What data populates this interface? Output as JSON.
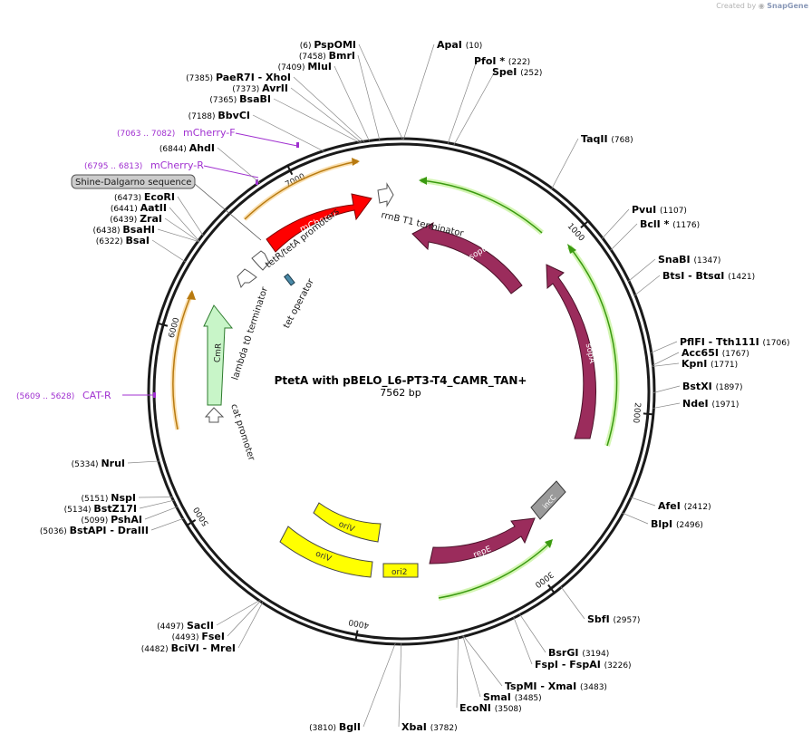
{
  "header": {
    "created_by": "Created by",
    "brand": "SnapGene"
  },
  "plasmid": {
    "name": "PtetA with pBELO_L6-PT3-T4_CAMR_TAN+",
    "length_label": "7562 bp",
    "length_bp": 7562
  },
  "ruler_ticks": [
    {
      "bp": 1000,
      "label": "1000"
    },
    {
      "bp": 2000,
      "label": "2000"
    },
    {
      "bp": 3000,
      "label": "3000"
    },
    {
      "bp": 4000,
      "label": "4000"
    },
    {
      "bp": 5000,
      "label": "5000"
    },
    {
      "bp": 6000,
      "label": "6000"
    },
    {
      "bp": 7000,
      "label": "7000"
    }
  ],
  "sites": [
    {
      "name": "PspOMI",
      "pos": "(6)",
      "side": "right"
    },
    {
      "name": "ApaI",
      "pos": "(10)",
      "side": "left"
    },
    {
      "name": "PfoI *",
      "pos": "(222)",
      "side": "left"
    },
    {
      "name": "SpeI",
      "pos": "(252)",
      "side": "left"
    },
    {
      "name": "TaqII",
      "pos": "(768)",
      "side": "left"
    },
    {
      "name": "PvuI",
      "pos": "(1107)",
      "side": "left"
    },
    {
      "name": "BclI *",
      "pos": "(1176)",
      "side": "left"
    },
    {
      "name": "SnaBI",
      "pos": "(1347)",
      "side": "left"
    },
    {
      "name": "BtsI - BtsαI",
      "pos": "(1421)",
      "side": "left"
    },
    {
      "name": "PflFI - Tth111I",
      "pos": "(1706)",
      "side": "left"
    },
    {
      "name": "Acc65I",
      "pos": "(1767)",
      "side": "left"
    },
    {
      "name": "KpnI",
      "pos": "(1771)",
      "side": "left"
    },
    {
      "name": "BstXI",
      "pos": "(1897)",
      "side": "left"
    },
    {
      "name": "NdeI",
      "pos": "(1971)",
      "side": "left"
    },
    {
      "name": "AfeI",
      "pos": "(2412)",
      "side": "left"
    },
    {
      "name": "BlpI",
      "pos": "(2496)",
      "side": "left"
    },
    {
      "name": "SbfI",
      "pos": "(2957)",
      "side": "left"
    },
    {
      "name": "BsrGI",
      "pos": "(3194)",
      "side": "left"
    },
    {
      "name": "FspI - FspAI",
      "pos": "(3226)",
      "side": "left"
    },
    {
      "name": "TspMI - XmaI",
      "pos": "(3483)",
      "side": "left"
    },
    {
      "name": "SmaI",
      "pos": "(3485)",
      "side": "left"
    },
    {
      "name": "EcoNI",
      "pos": "(3508)",
      "side": "left"
    },
    {
      "name": "XbaI",
      "pos": "(3782)",
      "side": "left"
    },
    {
      "name": "BglI",
      "pos": "(3810)",
      "side": "right"
    },
    {
      "name": "SacII",
      "pos": "(4497)",
      "side": "right"
    },
    {
      "name": "FseI",
      "pos": "(4493)",
      "side": "right"
    },
    {
      "name": "BciVI - MreI",
      "pos": "(4482)",
      "side": "right"
    },
    {
      "name": "BstAPI - DraIII",
      "pos": "(5036)",
      "side": "right"
    },
    {
      "name": "PshAI",
      "pos": "(5099)",
      "side": "right"
    },
    {
      "name": "BstZ17I",
      "pos": "(5134)",
      "side": "right"
    },
    {
      "name": "NspI",
      "pos": "(5151)",
      "side": "right"
    },
    {
      "name": "NruI",
      "pos": "(5334)",
      "side": "right"
    },
    {
      "name": "BsaI",
      "pos": "(6322)",
      "side": "right"
    },
    {
      "name": "BsaHI",
      "pos": "(6438)",
      "side": "right"
    },
    {
      "name": "ZraI",
      "pos": "(6439)",
      "side": "right"
    },
    {
      "name": "AatII",
      "pos": "(6441)",
      "side": "right"
    },
    {
      "name": "EcoRI",
      "pos": "(6473)",
      "side": "right"
    },
    {
      "name": "AhdI",
      "pos": "(6844)",
      "side": "right"
    },
    {
      "name": "BbvCI",
      "pos": "(7188)",
      "side": "right"
    },
    {
      "name": "BsaBI",
      "pos": "(7365)",
      "side": "right"
    },
    {
      "name": "AvrII",
      "pos": "(7373)",
      "side": "right"
    },
    {
      "name": "PaeR7I - XhoI",
      "pos": "(7385)",
      "side": "right"
    },
    {
      "name": "MluI",
      "pos": "(7409)",
      "side": "right"
    },
    {
      "name": "BmrI",
      "pos": "(7458)",
      "side": "right"
    }
  ],
  "primers": [
    {
      "name": "mCherry-F",
      "range": "(7063 .. 7082)"
    },
    {
      "name": "mCherry-R",
      "range": "(6795 .. 6813)"
    },
    {
      "name": "CAT-R",
      "range": "(5609 .. 5628)"
    }
  ],
  "features": [
    {
      "name": "mCherry",
      "type": "cds",
      "color": "#ff0000"
    },
    {
      "name": "sopB",
      "type": "cds",
      "color": "#9b2c5c"
    },
    {
      "name": "sopA",
      "type": "cds",
      "color": "#9b2c5c"
    },
    {
      "name": "repE",
      "type": "cds",
      "color": "#9b2c5c"
    },
    {
      "name": "incC",
      "type": "misc",
      "color": "#9a9a9a"
    },
    {
      "name": "CmR",
      "type": "cds",
      "color": "#c8f5c8"
    },
    {
      "name": "oriV",
      "type": "origin",
      "color": "#ffff00"
    },
    {
      "name": "oriV",
      "type": "origin",
      "color": "#ffff00"
    },
    {
      "name": "ori2",
      "type": "origin",
      "color": "#ffff00"
    },
    {
      "name": "rrnB T1 terminator",
      "type": "terminator"
    },
    {
      "name": "tetR/tetA promoters",
      "type": "promoter"
    },
    {
      "name": "lambda t0 terminator",
      "type": "terminator"
    },
    {
      "name": "cat promoter",
      "type": "promoter"
    },
    {
      "name": "tet operator",
      "type": "operator",
      "color": "#4a8aa8"
    },
    {
      "name": "Shine-Dalgarno sequence",
      "type": "rbs",
      "color": "#cccccc"
    }
  ],
  "colors": {
    "backbone": "#1a1a1a",
    "primer": "#a030d0",
    "orange_arc": "#e8a030",
    "green_arc": "#3a9a10",
    "label": "#000000"
  }
}
